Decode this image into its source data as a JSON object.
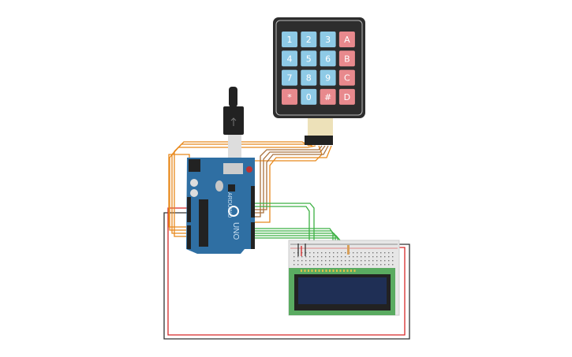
{
  "keypad": {
    "keys": [
      {
        "label": "1",
        "type": "digit"
      },
      {
        "label": "2",
        "type": "digit"
      },
      {
        "label": "3",
        "type": "digit"
      },
      {
        "label": "A",
        "type": "letter"
      },
      {
        "label": "4",
        "type": "digit"
      },
      {
        "label": "5",
        "type": "digit"
      },
      {
        "label": "6",
        "type": "digit"
      },
      {
        "label": "B",
        "type": "letter"
      },
      {
        "label": "7",
        "type": "digit"
      },
      {
        "label": "8",
        "type": "digit"
      },
      {
        "label": "9",
        "type": "digit"
      },
      {
        "label": "C",
        "type": "letter"
      },
      {
        "label": "*",
        "type": "letter"
      },
      {
        "label": "0",
        "type": "digit"
      },
      {
        "label": "#",
        "type": "letter"
      },
      {
        "label": "D",
        "type": "letter"
      }
    ]
  },
  "arduino": {
    "model": "UNO",
    "brand": "ARDUINO"
  },
  "colors": {
    "digit_key": "#8ecae6",
    "letter_key": "#e8898d",
    "keypad_body": "#2d2d2d",
    "board": "#2f6fa3",
    "wire_keypad": "#e8891c",
    "wire_keypad_dark": "#a9703c",
    "wire_lcd": "#3cb043",
    "wire_power": "#d62828",
    "wire_ground": "#333333",
    "lcd_pcb": "#5aab61",
    "lcd_screen": "#1f2f55"
  }
}
